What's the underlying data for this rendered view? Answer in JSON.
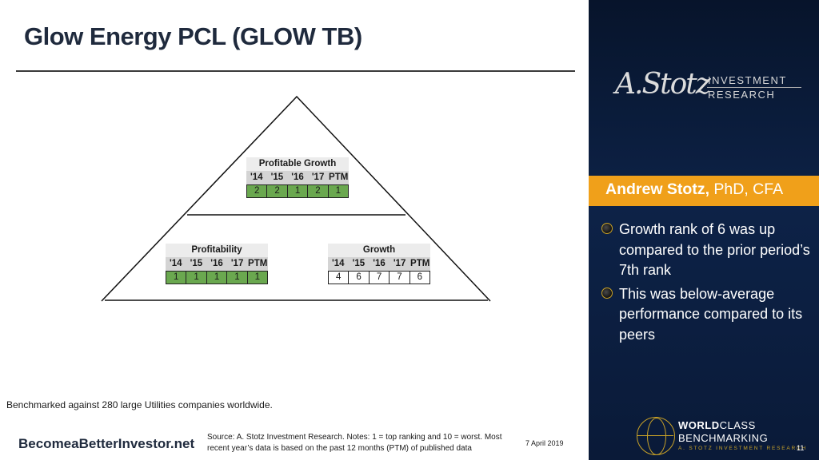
{
  "slide": {
    "title": "Glow Energy PCL (GLOW TB)",
    "benchmark_note": "Benchmarked against 280 large Utilities companies worldwide.",
    "website": "BecomeaBetterInvestor.net",
    "source_note": "Source: A. Stotz Investment Research. Notes: 1 = top ranking and 10 = worst. Most recent year’s data is based on the past 12 months (PTM) of published data",
    "date": "7 April 2019",
    "page_number": "11"
  },
  "pyramid": {
    "profitable_growth": {
      "title": "Profitable Growth",
      "years": [
        "'14",
        "'15",
        "'16",
        "'17",
        "PTM"
      ],
      "ranks": [
        "2",
        "2",
        "1",
        "2",
        "1"
      ]
    },
    "profitability": {
      "title": "Profitability",
      "years": [
        "'14",
        "'15",
        "'16",
        "'17",
        "PTM"
      ],
      "ranks": [
        "1",
        "1",
        "1",
        "1",
        "1"
      ]
    },
    "growth": {
      "title": "Growth",
      "years": [
        "'14",
        "'15",
        "'16",
        "'17",
        "PTM"
      ],
      "ranks": [
        "4",
        "6",
        "7",
        "7",
        "6"
      ]
    }
  },
  "panel": {
    "logo_script": "A.Stotz",
    "logo_line1": "INVESTMENT",
    "logo_line2": "RESEARCH",
    "author_name": "Andrew Stotz,",
    "author_credentials": " PhD, CFA",
    "bullets": [
      "Growth rank of 6 was up compared to the prior period’s 7th rank",
      "This was below-average performance compared to its peers"
    ],
    "wcb_line1_bold": "WORLD",
    "wcb_line1_rest": "CLASS",
    "wcb_line2": "BENCHMARKING",
    "wcb_line3": "A. STOTZ INVESTMENT RESEARCH"
  },
  "colors": {
    "rank_good": "#6aa84f",
    "accent_orange": "#f0a01a",
    "panel_navy": "#0d2247"
  }
}
